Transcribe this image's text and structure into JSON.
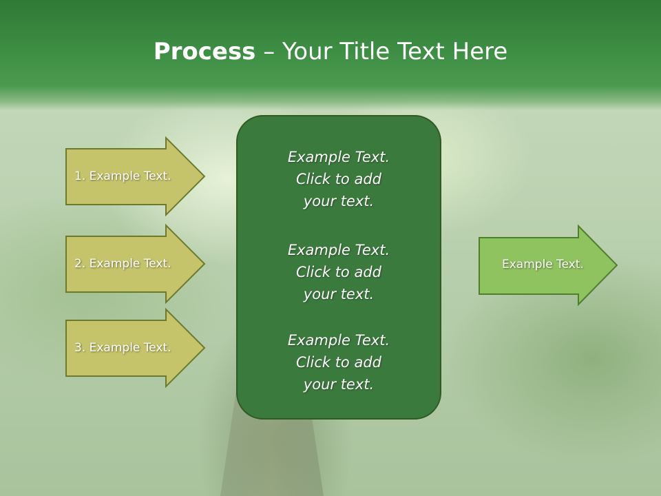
{
  "slide": {
    "title_bold": "Process",
    "title_rest": " – Your Title Text Here"
  },
  "left_arrows": [
    {
      "label": "1. Example Text."
    },
    {
      "label": "2. Example Text."
    },
    {
      "label": "3. Example Text."
    }
  ],
  "center_box": {
    "blocks": [
      {
        "lines": [
          "Example Text.",
          "Click  to add",
          "your text."
        ]
      },
      {
        "lines": [
          "Example Text.",
          "Click  to add",
          "your text."
        ]
      },
      {
        "lines": [
          "Example Text.",
          "Click  to add",
          "your text."
        ]
      }
    ]
  },
  "right_arrow": {
    "label": "Example Text."
  },
  "colors": {
    "header_green": "#3f8f45",
    "left_arrow_fill": "#c5c46a",
    "left_arrow_stroke": "#6b7a2c",
    "center_box_fill": "#3b7a3d",
    "center_box_stroke": "#2f5a22",
    "right_arrow_fill": "#8fc35f",
    "right_arrow_stroke": "#4f7f2e"
  }
}
